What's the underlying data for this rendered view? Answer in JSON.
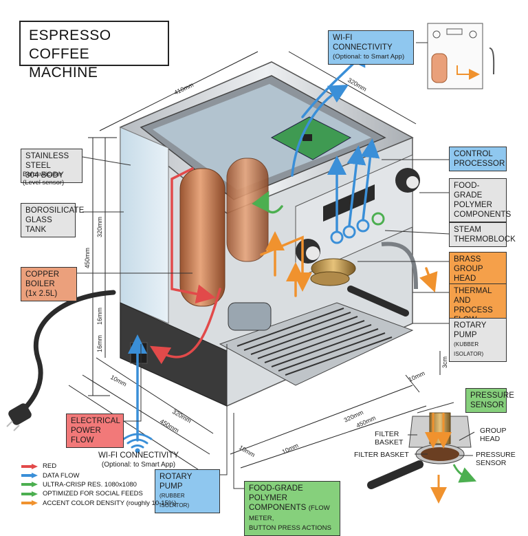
{
  "title": {
    "line1": "ESPRESSO",
    "line2": "COFFEE MACHINE"
  },
  "labels": {
    "wifi_top": {
      "title": "WI-FI CONNECTIVITY",
      "sub": "(Optional: to Smart App)"
    },
    "stainless_body": {
      "title": "STAINLESS STEEL",
      "title2": "304 BODY",
      "note1": "Borosvilicater",
      "note2": "(Level sensor)"
    },
    "glass_tank": {
      "title": "BOROSILICATE",
      "title2": "GLASS TANK"
    },
    "copper_boiler": {
      "title": "COPPER BOILER",
      "sub": "(1x 2.5L)"
    },
    "electrical": {
      "title": "ELECTRICAL",
      "title2": "POWER FLOW"
    },
    "wifi_bottom": {
      "title": "WI-FI CONNECTIVITY",
      "sub": "(Optional: to Smart App)"
    },
    "rotary_pump_bottom": {
      "title": "ROTARY PUMP",
      "sub": "(RUBBER ISOLATOR)"
    },
    "food_grade_bottom": {
      "title": "FOOD-GRADE POLYMER",
      "title2": "COMPONENTS",
      "title2b": "(FLOW METER,",
      "title3": "BUTTON PRESS ACTIONS"
    },
    "control_processor": {
      "title": "CONTROL",
      "title2": "PROCESSOR"
    },
    "food_grade_right": {
      "title": "FOOD-GRADE",
      "title2": "POLYMER",
      "title3": "COMPONENTS"
    },
    "steam_thermoblock": {
      "title": "STEAM",
      "title2": "THERMOBLOCK"
    },
    "brass_group_head": {
      "title": "BRASS",
      "title2": "GROUP HEAD"
    },
    "thermal_flow": {
      "title": "THERMAL AND",
      "title2": "PROCESS FLOW"
    },
    "rotary_pump_right": {
      "title": "ROTARY PUMP",
      "sub": "(KUBBER ISOLATOR)"
    },
    "pressure_sensor_box": {
      "title": "PRESSURE",
      "title2": "SENSOR"
    },
    "detail_group_head": {
      "title": "GROUP",
      "title2": "HEAD"
    },
    "detail_filter_basket_1": {
      "title": "FILTER",
      "title2": "BASKET"
    },
    "detail_filter_basket_2": {
      "title": "FILTER BASKET"
    },
    "detail_pressure_sensor": {
      "title": "PRESSURE",
      "title2": "SENSOR"
    }
  },
  "dimensions": {
    "top_width": "410mm",
    "top_depth": "320mm",
    "height_total": "450mm",
    "height_inner": "320mm",
    "side_16a": "16mm",
    "side_16b": "16mm",
    "base_left_10": "10mm",
    "base_left_320": "320mm",
    "base_left_450": "450mm",
    "base_mid_10a": "10mm",
    "base_mid_10b": "10mm",
    "base_right_320": "320mm",
    "base_right_450": "450mm",
    "base_right_10": "10mm",
    "foot_height": "3cm"
  },
  "legend": [
    {
      "label": "RED",
      "color": "#e24a4a"
    },
    {
      "label": "DATA FLOW",
      "color": "#3a8fd8"
    },
    {
      "label": "ULTRA-CRISP RES. 1080x1080",
      "color": "#4caf50"
    },
    {
      "label": "OPTIMIZED FOR SOCIAL FEEDS",
      "color": "#4caf50"
    },
    {
      "label": "ACCENT COLOR DENSITY (roughly 10-15%)",
      "color": "#f0922e"
    }
  ],
  "colors": {
    "red_flow": "#e24a4a",
    "data_flow": "#3a8fd8",
    "green_flow": "#4caf50",
    "orange_flow": "#f0922e",
    "copper": "#c8764a",
    "steel": "#c9cdd1",
    "dark_base": "#3a3a3a"
  }
}
